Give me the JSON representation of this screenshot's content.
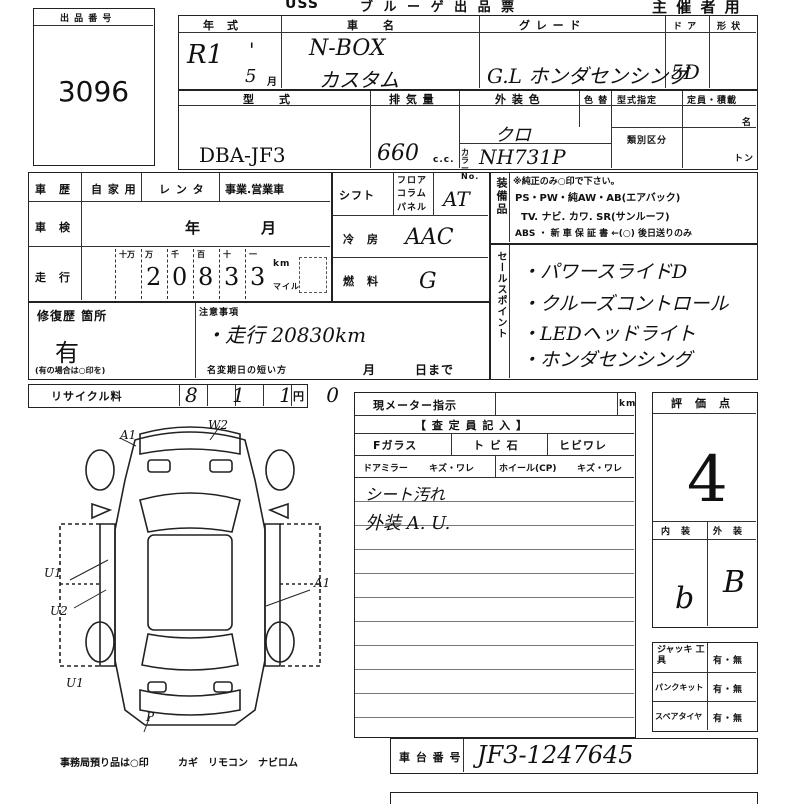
{
  "header": {
    "title_left": "USS",
    "title_mid": "ブ ル ー ゲ 出 品 票",
    "title_right": "主 催 者 用"
  },
  "lot": {
    "label": "出 品 番 号",
    "value": "3096"
  },
  "year": {
    "label": "年　式",
    "era": "R1",
    "month": "5",
    "month_unit": "月",
    "comma": "'"
  },
  "car_name": {
    "label": "車　　名",
    "line1": "N-BOX",
    "line2": "カスタム"
  },
  "grade": {
    "label": "グ レ ー ド",
    "value": "G.L ホンダセンシング"
  },
  "doors": {
    "label": "ド ア",
    "value": "5D",
    "shape_label": "形 状"
  },
  "model": {
    "label": "型　　式",
    "value": "DBA-JF3"
  },
  "displacement": {
    "label": "排 気 量",
    "value": "660",
    "unit": "c.c."
  },
  "exterior": {
    "label": "外 装 色",
    "value": "クロ",
    "color_label": "色 替",
    "color_no_label": "カラー No.",
    "color_no": "NH731P"
  },
  "type_spec": {
    "label": "型式指定",
    "class_label": "類別区分"
  },
  "capacity": {
    "label": "定員・積載",
    "person_unit": "名",
    "ton_unit": "トン"
  },
  "history": {
    "label": "車　歴",
    "options": [
      "自 家 用",
      "レ ン タ",
      "事業.営業車"
    ]
  },
  "inspection": {
    "label": "車　検",
    "year_unit": "年",
    "month_unit": "月"
  },
  "mileage": {
    "label": "走　行",
    "digits_labels": [
      "十万",
      "万",
      "千",
      "百",
      "十",
      "一"
    ],
    "digits": [
      "",
      "2",
      "0",
      "8",
      "3",
      "3"
    ],
    "unit_km": "km",
    "unit_mile": "マイル"
  },
  "shift": {
    "label": "シフト",
    "opts": [
      "フロア",
      "コラム",
      "パネル"
    ],
    "value": "AT"
  },
  "ac": {
    "label": "冷　房",
    "value": "AAC"
  },
  "fuel": {
    "label": "燃　料",
    "value": "G"
  },
  "equipment": {
    "label": "装備品",
    "note": "※純正のみ○印で下さい。",
    "row1": "PS・PW・純AW・AB(エアバック)",
    "row2": "TV. ナビ. カワ. SR(サンルーフ)",
    "row3": "ABS ・ 新 車 保 証 書 ←(○) 後日送りのみ"
  },
  "sales_points": {
    "label": "セールスポイント",
    "items": [
      "・パワースライドD",
      "・クルーズコントロール",
      "・LEDヘッドライト",
      "・ホンダセンシング"
    ]
  },
  "repair": {
    "label": "修復歴 箇所",
    "value": "有",
    "note": "(有の場合は○印を)"
  },
  "notes": {
    "label": "注意事項",
    "value": "・走行 20830km",
    "rename_label": "名変期日の短い方",
    "month_unit": "月",
    "day_unit": "日まで"
  },
  "recycle": {
    "label": "リサイクル料",
    "value": "8 1 1 0",
    "unit": "円"
  },
  "meter": {
    "label": "現メーター指示",
    "unit": "km"
  },
  "inspector": {
    "label": "【 査 定 員 記 入 】",
    "row1": [
      "Fガラス",
      "ト ビ 石",
      "ヒビワレ"
    ],
    "row2": [
      "ドアミラー",
      "キズ・ワレ",
      "ホイール(CP)",
      "キズ・ワレ"
    ],
    "line1": "シート汚れ",
    "line2": "外装 A. U."
  },
  "rating": {
    "label": "評　価　点",
    "score": "4",
    "interior_label": "内　装",
    "exterior_label": "外　装",
    "interior": "b",
    "exterior": "B"
  },
  "tools": [
    {
      "label": "ジャッキ 工　具",
      "value": "有・無"
    },
    {
      "label": "パンクキット",
      "value": "有・無"
    },
    {
      "label": "スペアタイヤ",
      "value": "有・無"
    }
  ],
  "chassis": {
    "label": "車 台 番 号",
    "value": "JF3-1247645"
  },
  "diagram_marks": {
    "a1": "A1",
    "w2": "W2",
    "u1a": "U1",
    "u2": "U2",
    "a1b": "A1",
    "u1b": "U1",
    "p": "P"
  },
  "office_items": {
    "label": "事務局預り品は○印",
    "items": "カギ　リモコン　ナビロム"
  }
}
